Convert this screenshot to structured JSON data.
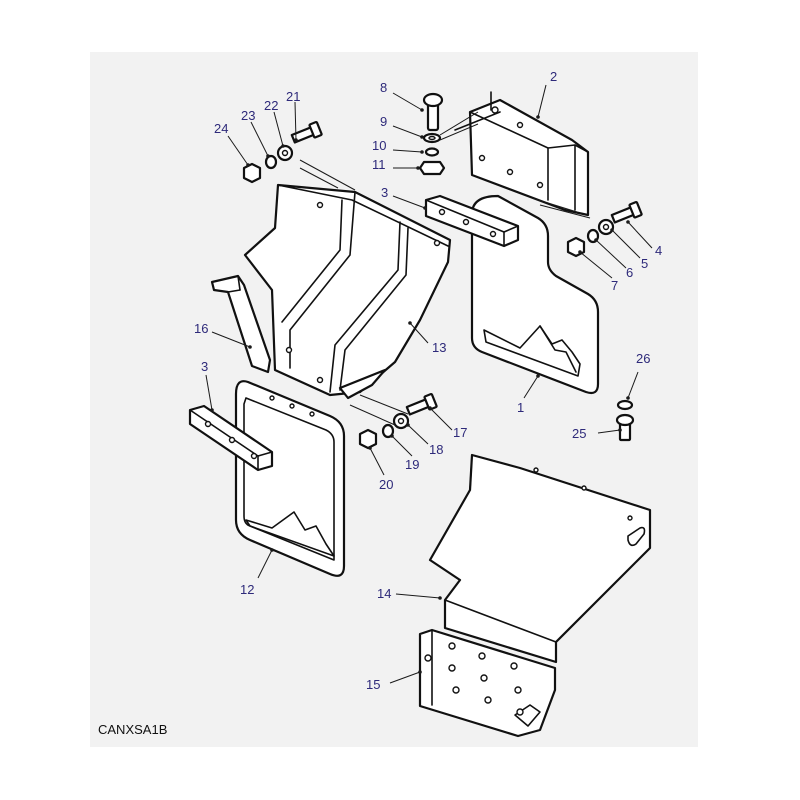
{
  "drawing_code": "CANXSA1B",
  "callouts": [
    {
      "id": "1",
      "text": "1"
    },
    {
      "id": "2",
      "text": "2"
    },
    {
      "id": "3a",
      "text": "3"
    },
    {
      "id": "3b",
      "text": "3"
    },
    {
      "id": "4",
      "text": "4"
    },
    {
      "id": "5",
      "text": "5"
    },
    {
      "id": "6",
      "text": "6"
    },
    {
      "id": "7",
      "text": "7"
    },
    {
      "id": "8",
      "text": "8"
    },
    {
      "id": "9",
      "text": "9"
    },
    {
      "id": "10",
      "text": "10"
    },
    {
      "id": "11",
      "text": "11"
    },
    {
      "id": "12",
      "text": "12"
    },
    {
      "id": "13",
      "text": "13"
    },
    {
      "id": "14",
      "text": "14"
    },
    {
      "id": "15",
      "text": "15"
    },
    {
      "id": "16",
      "text": "16"
    },
    {
      "id": "17",
      "text": "17"
    },
    {
      "id": "18",
      "text": "18"
    },
    {
      "id": "19",
      "text": "19"
    },
    {
      "id": "20",
      "text": "20"
    },
    {
      "id": "21",
      "text": "21"
    },
    {
      "id": "22",
      "text": "22"
    },
    {
      "id": "23",
      "text": "23"
    },
    {
      "id": "24",
      "text": "24"
    },
    {
      "id": "25",
      "text": "25"
    },
    {
      "id": "26",
      "text": "26"
    }
  ],
  "colors": {
    "callout": "#2e2a7a",
    "background": "#f2f2f2",
    "line": "#111111"
  }
}
